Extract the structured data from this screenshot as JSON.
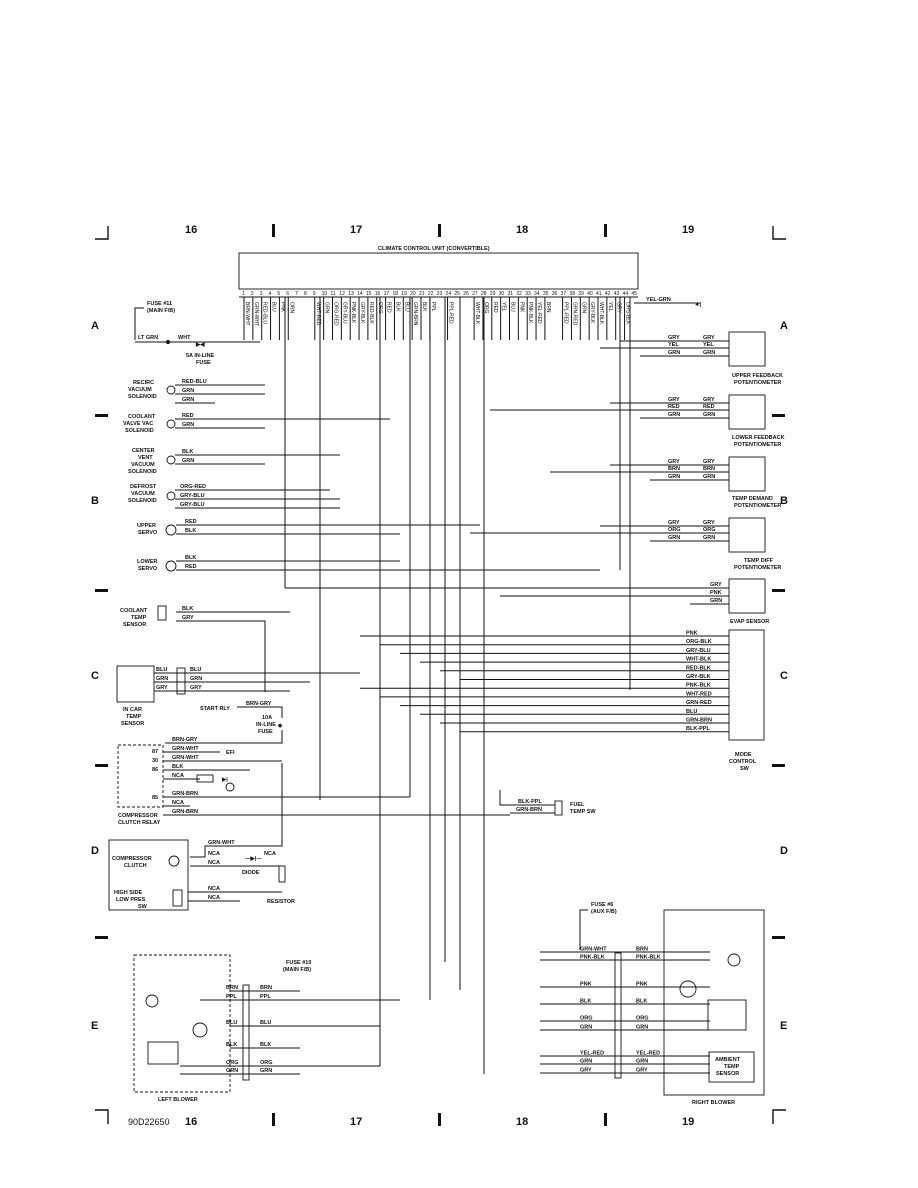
{
  "grid": {
    "top_numbers": [
      "16",
      "17",
      "18",
      "19"
    ],
    "bottom_numbers": [
      "16",
      "17",
      "18",
      "19"
    ],
    "rows": [
      "A",
      "B",
      "C",
      "D",
      "E"
    ],
    "code": "90D22650"
  },
  "ccu": {
    "title": "CLIMATE CONTROL UNIT (CONVERTIBLE)",
    "pins": [
      "1",
      "2",
      "3",
      "4",
      "5",
      "6",
      "7",
      "8",
      "9",
      "10",
      "11",
      "12",
      "13",
      "14",
      "15",
      "16",
      "17",
      "18",
      "19",
      "20",
      "21",
      "22",
      "23",
      "24",
      "25",
      "26",
      "27",
      "28",
      "29",
      "30",
      "31",
      "32",
      "33",
      "34",
      "35",
      "36",
      "37",
      "38",
      "39",
      "40",
      "41",
      "42",
      "43",
      "44",
      "45"
    ],
    "pin_wires": [
      "BRN-WHT",
      "GRN-WHT",
      "RED-BLU",
      "BLU",
      "PNK",
      "ORN",
      "",
      "",
      "WHT-RED",
      "GRN",
      "ORG-RED",
      "GRY-BLU",
      "PNK-BLK",
      "GRY-BLK",
      "RED-BLK",
      "ORG",
      "RED",
      "BLK",
      "BLU",
      "GRN-BRN",
      "BLK",
      "PPL",
      "",
      "PPL-RED",
      "",
      "",
      "WHT-BLK",
      "ORG",
      "RED",
      "YEL",
      "BLU",
      "PNK",
      "PNK-BLK",
      "YEL-RED",
      "BRN",
      "",
      "PPL-RED",
      "GRN-RED",
      "GRN",
      "GRY-BLK",
      "WHT-BLK",
      "YEL",
      "GRY",
      "ORG-BLK",
      ""
    ],
    "pin45_wire": "YEL-GRN"
  },
  "left_components": {
    "fuse11": "FUSE #11",
    "fuse11_sub": "(MAIN F/B)",
    "lt_grn": "LT GRN",
    "wht": "WHT",
    "inline_fuse": "5A IN-LINE",
    "inline_fuse2": "FUSE",
    "recirc": [
      "RECIRC",
      "VACUUM",
      "SOLENOID"
    ],
    "recirc_wires": [
      "RED-BLU",
      "GRN",
      "GRN"
    ],
    "coolant_valve": [
      "COOLANT",
      "VALVE VAC",
      "SOLENOID"
    ],
    "coolant_valve_wires": [
      "RED",
      "GRN"
    ],
    "center_vent": [
      "CENTER",
      "VENT",
      "VACUUM",
      "SOLENOID"
    ],
    "center_vent_wires": [
      "BLK",
      "GRN"
    ],
    "defrost": [
      "DEFROST",
      "VACUUM",
      "SOLENOID"
    ],
    "defrost_wires": [
      "ORG-RED",
      "GRY-BLU",
      "GRY-BLU"
    ],
    "upper_servo": [
      "UPPER",
      "SERVO"
    ],
    "upper_servo_wires": [
      "RED",
      "BLK"
    ],
    "lower_servo": [
      "LOWER",
      "SERVO"
    ],
    "lower_servo_wires": [
      "BLK",
      "RED"
    ],
    "coolant_temp": [
      "COOLANT",
      "TEMP",
      "SENSOR"
    ],
    "coolant_temp_wires": [
      "BLK",
      "GRY"
    ],
    "in_car": [
      "IN CAR",
      "TEMP",
      "SENSOR"
    ],
    "in_car_wires": [
      "BLU",
      "GRN",
      "GRY"
    ],
    "start_rly": "START RLY",
    "start_rly_wire": "BRN-GRY",
    "fuse10a": [
      "10A",
      "IN-LINE",
      "FUSE"
    ],
    "relay_wires": [
      "BRN-GRY",
      "GRN-WHT",
      "GRN-WHT",
      "BLK",
      "NCA",
      "GRN-BRN",
      "NCA",
      "GRN-BRN"
    ],
    "relay_pins": [
      "87",
      "30",
      "86",
      "85"
    ],
    "efi": "EFI",
    "comp_relay": [
      "COMPRESSOR",
      "CLUTCH RELAY"
    ],
    "comp_clutch": [
      "COMPRESSOR",
      "CLUTCH"
    ],
    "comp_wires": [
      "GRN-WHT",
      "NCA",
      "NCA",
      "NCA",
      "NCA",
      "NCA"
    ],
    "diode": "DIODE",
    "resistor": "RESISTOR",
    "high_side": [
      "HIGH SIDE",
      "LOW PRES",
      "SW"
    ]
  },
  "right_components": {
    "upper_fb": [
      "UPPER FEEDBACK",
      "POTENTIOMETER"
    ],
    "upper_fb_wires": [
      "GRY",
      "YEL",
      "GRN"
    ],
    "lower_fb": [
      "LOWER FEEDBACK",
      "POTENTIOMETER"
    ],
    "lower_fb_wires": [
      "GRY",
      "RED",
      "GRN"
    ],
    "temp_demand": [
      "TEMP DEMAND",
      "POTENTIOMETER"
    ],
    "temp_demand_wires": [
      "GRY",
      "BRN",
      "GRN"
    ],
    "temp_diff": [
      "TEMP DIFF",
      "POTENTIOMETER"
    ],
    "temp_diff_wires": [
      "GRY",
      "ORG",
      "GRN"
    ],
    "evap": "EVAP SENSOR",
    "evap_wires": [
      "GRY",
      "PNK",
      "GRN"
    ],
    "mode_wires": [
      "PNK",
      "ORG-BLK",
      "GRY-BLU",
      "WHT-BLK",
      "RED-BLK",
      "GRY-BLK",
      "PNK-BLK",
      "WHT-RED",
      "GRN-RED",
      "BLU",
      "GRN-BRN",
      "BLK-PPL"
    ],
    "mode_sw": [
      "MODE",
      "CONTROL",
      "SW"
    ],
    "fuel_temp": [
      "FUEL",
      "TEMP SW"
    ],
    "fuel_temp_wires": [
      "BLK-PPL",
      "GRN-BRN"
    ]
  },
  "blowers": {
    "fuse10": [
      "FUSE #10",
      "(MAIN F/B)"
    ],
    "left_wires": [
      "BRN",
      "PPL",
      "BLU",
      "BLK",
      "ORG",
      "GRN"
    ],
    "left": "LEFT BLOWER",
    "fuse6": [
      "FUSE #6",
      "(AUX F/B)"
    ],
    "right_left_wires": [
      "GRN-WHT",
      "PNK-BLK",
      "PNK",
      "BLK",
      "ORG",
      "GRN",
      "YEL-RED",
      "GRN",
      "GRY"
    ],
    "right_right_wires": [
      "BRN",
      "PNK-BLK",
      "PNK",
      "BLK",
      "ORG",
      "GRN",
      "YEL-RED",
      "GRN",
      "GRY"
    ],
    "right": "RIGHT BLOWER",
    "ambient": [
      "AMBIENT",
      "TEMP",
      "SENSOR"
    ]
  }
}
